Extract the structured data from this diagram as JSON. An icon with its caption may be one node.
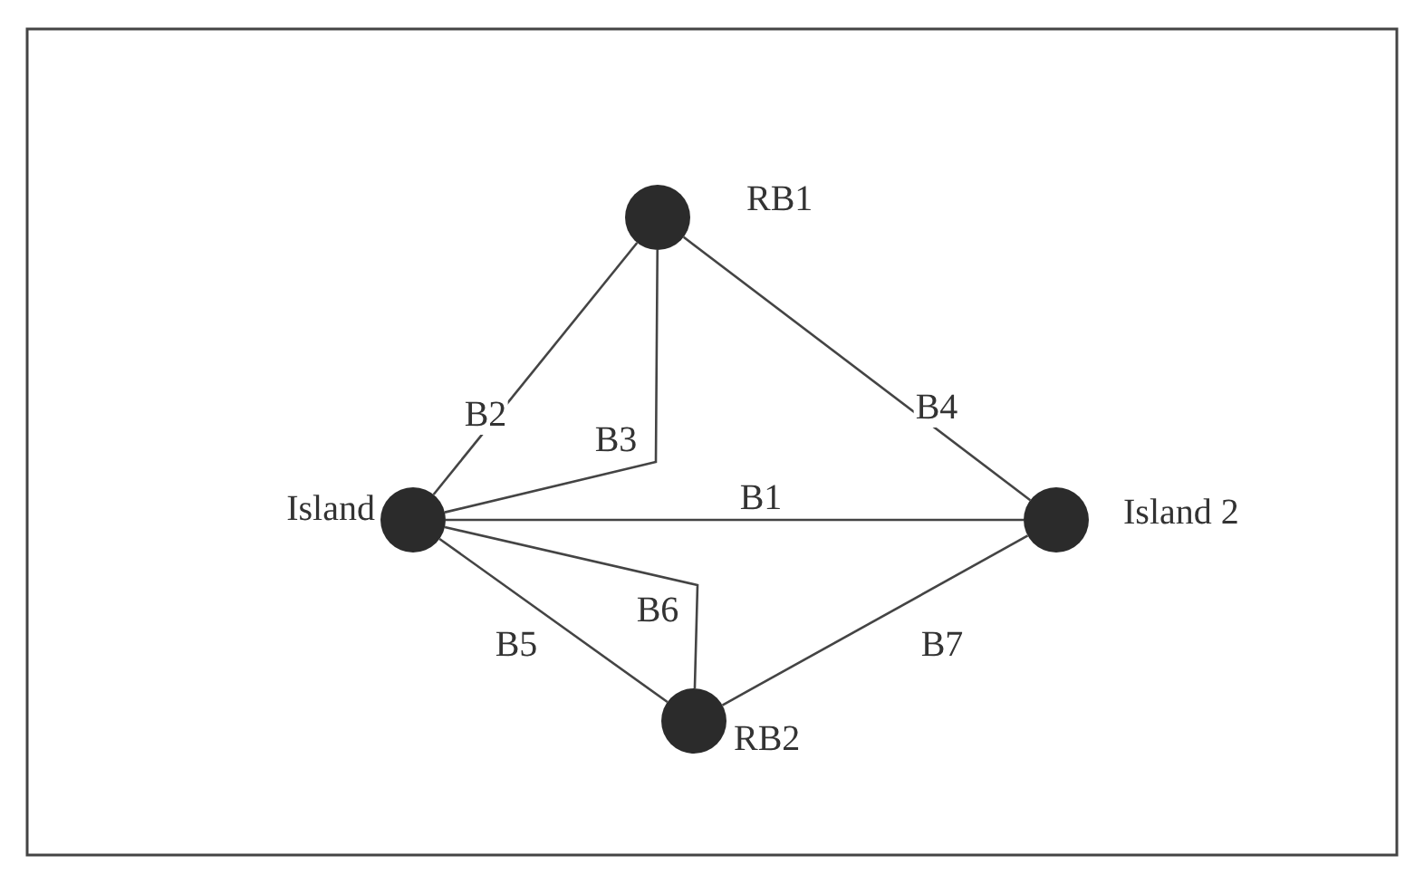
{
  "diagram": {
    "nodes": [
      {
        "text": [],
        "shape": "circle",
        "beside": [
          "RB1"
        ]
      },
      {
        "text": [],
        "shape": "circle",
        "beside": [
          "Island"
        ]
      },
      {
        "text": [],
        "shape": "circle",
        "beside": [
          "Island 2"
        ]
      },
      {
        "text": [],
        "shape": "circle",
        "beside": [
          "RB2"
        ]
      }
    ],
    "edges": [
      {
        "from": 1,
        "to": 0,
        "arrow": "none",
        "label": "B2"
      },
      {
        "from": 1,
        "to": 0,
        "arrow": "none",
        "label": "B3"
      },
      {
        "from": 0,
        "to": 2,
        "arrow": "none",
        "label": "B4"
      },
      {
        "from": 1,
        "to": 2,
        "arrow": "none",
        "label": "B1"
      },
      {
        "from": 1,
        "to": 3,
        "arrow": "none",
        "label": "B5"
      },
      {
        "from": 1,
        "to": 3,
        "arrow": "none",
        "label": "B6"
      },
      {
        "from": 3,
        "to": 2,
        "arrow": "none",
        "label": "B7"
      }
    ]
  }
}
